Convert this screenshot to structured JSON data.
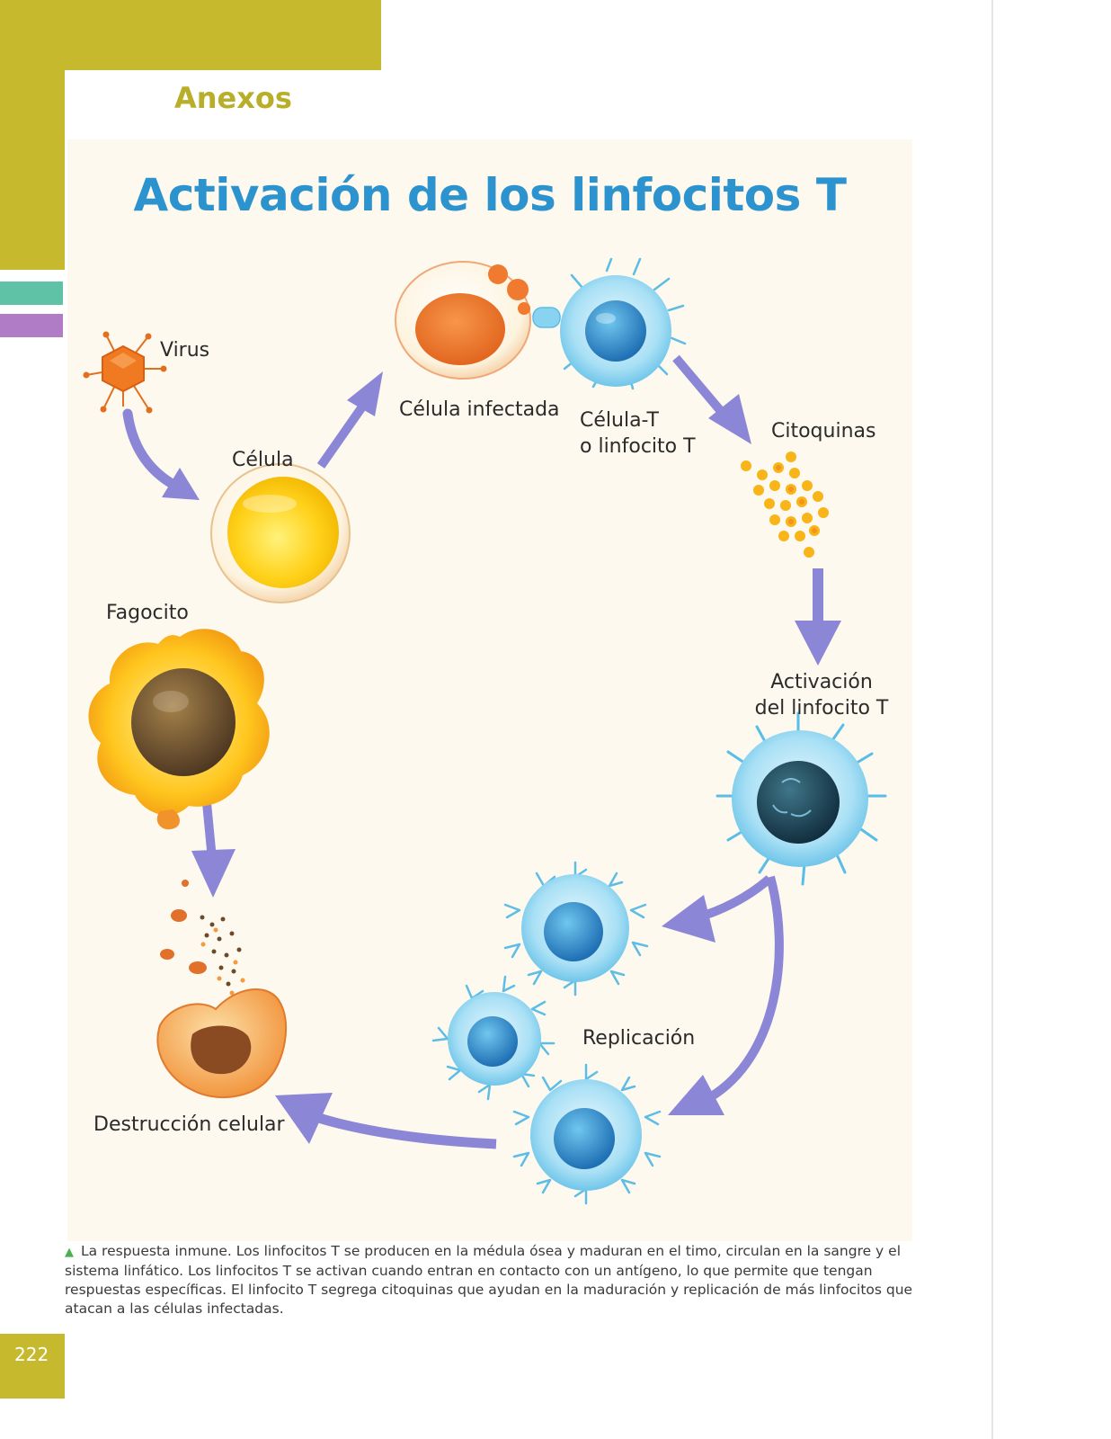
{
  "header": {
    "section": "Anexos"
  },
  "figure": {
    "title": "Activación de los linfocitos T",
    "labels": {
      "virus": "Virus",
      "cell": "Célula",
      "infected_cell": "Célula infectada",
      "t_cell_line1": "Célula-T",
      "t_cell_line2": "o linfocito T",
      "cytokines": "Citoquinas",
      "activation_line1": "Activación",
      "activation_line2": "del linfocito T",
      "replication": "Replicación",
      "cell_destruction": "Destrucción celular",
      "phagocyte": "Fagocito"
    }
  },
  "caption": "La respuesta inmune. Los linfocitos T se producen en la médula ósea y maduran en el timo, circulan en la sangre y el sistema linfático. Los linfocitos T se activan cuando entran en contacto con un antígeno, lo que permite que tengan respuestas específicas. El linfocito T segrega citoquinas que ayudan en la maduración y replicación de más linfocitos que atacan a las células infectadas.",
  "page_number": "222",
  "colors": {
    "olive": "#c6b92e",
    "teal": "#5fc2a6",
    "purple": "#b07cc6",
    "title_blue": "#2d93cf",
    "arrow": "#8b86d6",
    "panel": "#fdf9ee"
  }
}
